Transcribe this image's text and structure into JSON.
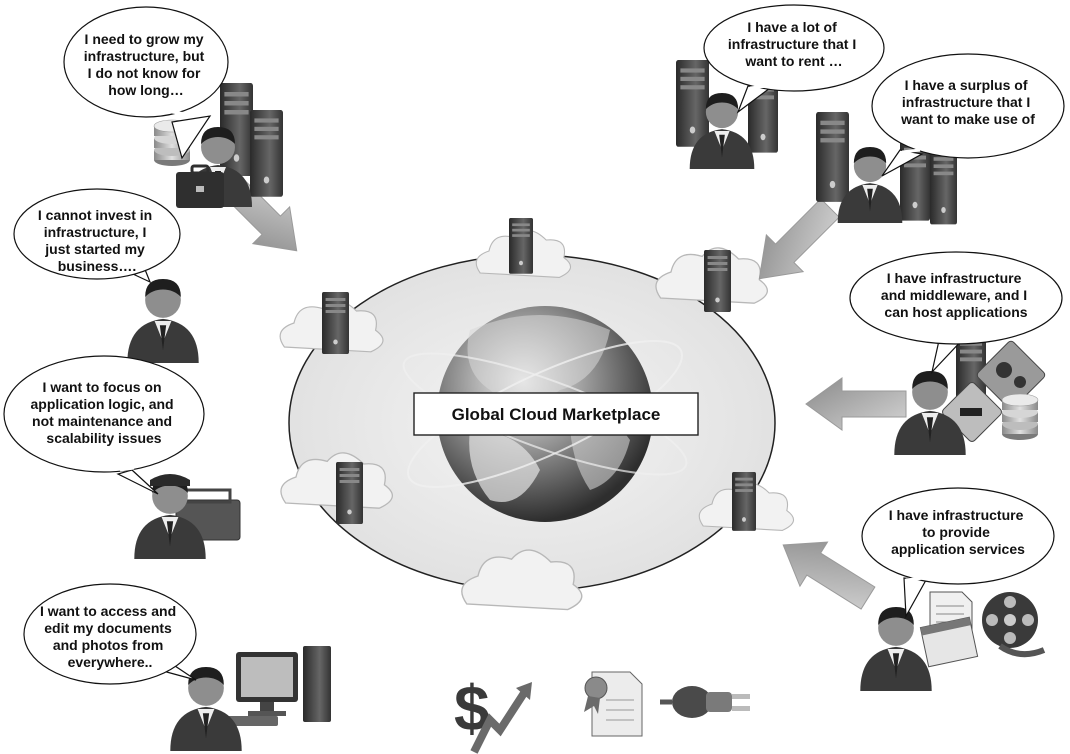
{
  "center": {
    "label": "Global Cloud Marketplace"
  },
  "bubbles": [
    {
      "id": "grow-infra",
      "lines": [
        "I need to grow my",
        "infrastructure, but",
        "I do not know for",
        "how long…"
      ]
    },
    {
      "id": "cannot-invest",
      "lines": [
        "I cannot invest in",
        "infrastructure, I",
        "just started my",
        "business…."
      ]
    },
    {
      "id": "focus-logic",
      "lines": [
        "I want to focus on",
        "application logic, and",
        "not maintenance and",
        "scalability issues"
      ]
    },
    {
      "id": "access-docs",
      "lines": [
        "I want to access and",
        "edit my documents",
        "and photos from",
        "everywhere.."
      ]
    },
    {
      "id": "rent-infra",
      "lines": [
        "I have a lot of",
        "infrastructure that I",
        "want to rent …"
      ]
    },
    {
      "id": "surplus-infra",
      "lines": [
        "I have a surplus of",
        "infrastructure that I",
        "want to make use of"
      ]
    },
    {
      "id": "host-apps",
      "lines": [
        "I have infrastructure",
        "and middleware, and I",
        "can host applications"
      ]
    },
    {
      "id": "app-services",
      "lines": [
        "I have infrastructure",
        "to provide",
        "application services"
      ]
    }
  ]
}
